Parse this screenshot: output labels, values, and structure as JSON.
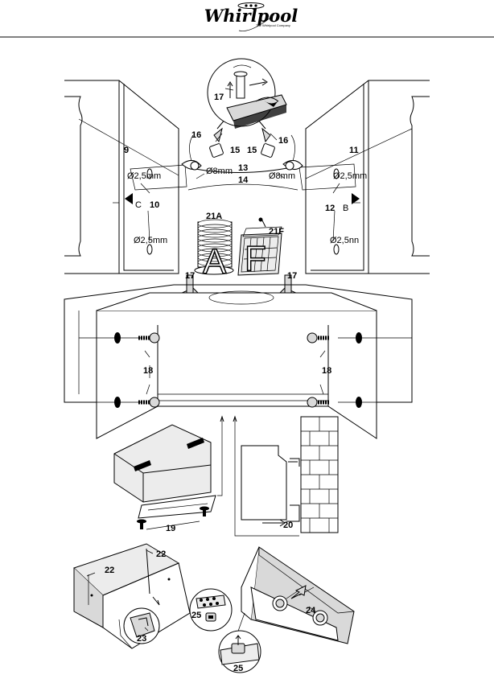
{
  "brand": {
    "name": "Whirlpool",
    "tagline": "The Whirlpool Company"
  },
  "callouts": {
    "n9": "9",
    "n10": "10",
    "n11": "11",
    "n12": "12",
    "n13": "13",
    "n14": "14",
    "n15a": "15",
    "n15b": "15",
    "n16a": "16",
    "n16b": "16",
    "n17top": "17",
    "n17a": "17",
    "n17b": "17",
    "n18a": "18",
    "n18b": "18",
    "n19": "19",
    "n20": "20",
    "n21a": "21A",
    "n21f": "21F",
    "n22a": "22",
    "n22b": "22",
    "n23": "23",
    "n24": "24",
    "n25a": "25",
    "n25b": "25"
  },
  "dimensions": {
    "d_left_top": "Ø2,5mm",
    "d_left_bot": "Ø2,5mm",
    "d_right_top": "Ø2,5mm",
    "d_right_bot": "Ø2,5nn",
    "d_hole_left": "Ø8mm",
    "d_hole_right": "Ø8mm"
  },
  "side_letters": {
    "left": "C",
    "right": "B"
  },
  "filter_letters": {
    "carbon": "A",
    "grease": "F"
  }
}
